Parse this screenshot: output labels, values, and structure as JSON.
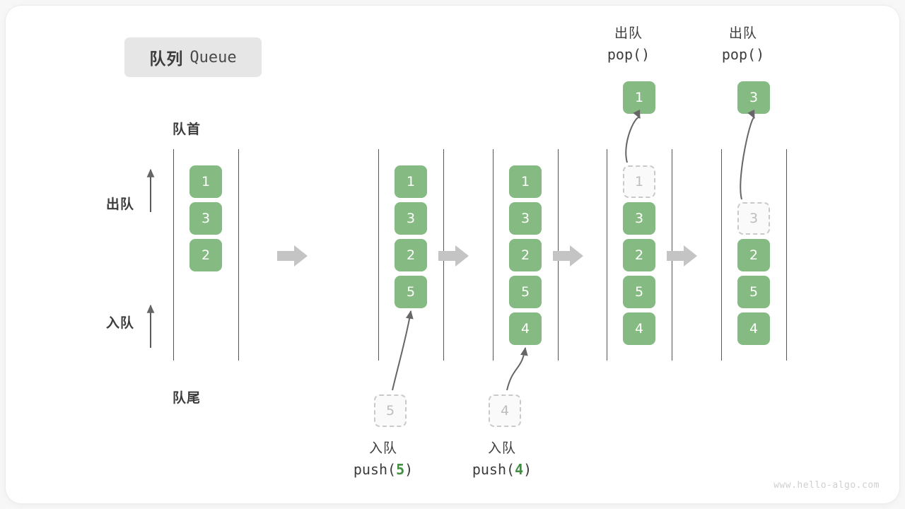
{
  "title": {
    "cn": "队列",
    "en": "Queue"
  },
  "labels": {
    "front": "队首",
    "rear": "队尾",
    "dequeue": "出队",
    "enqueue": "入队"
  },
  "watermark": "www.hello-algo.com",
  "colors": {
    "box_fill": "#85bb82",
    "box_text": "#ffffff",
    "ghost_fill": "#fafafa",
    "ghost_border": "#c9c9c9",
    "ghost_text": "#bdbdbd",
    "rail": "#555555",
    "flow_arrow": "#c4c4c4",
    "accent_code_num": "#3f8f3f",
    "text": "#3c3c3c",
    "badge_bg": "#e6e6e6",
    "card_bg": "#ffffff",
    "page_bg": "#f7f7f7"
  },
  "operations": [
    {
      "name": "enqueue-push-5",
      "cn": "入队",
      "code_prefix": "push(",
      "code_num": "5",
      "code_suffix": ")"
    },
    {
      "name": "enqueue-push-4",
      "cn": "入队",
      "code_prefix": "push(",
      "code_num": "4",
      "code_suffix": ")"
    },
    {
      "name": "dequeue-pop-1",
      "cn": "出队",
      "code_prefix": "pop(",
      "code_num": "",
      "code_suffix": ")"
    },
    {
      "name": "dequeue-pop-2",
      "cn": "出队",
      "code_prefix": "pop(",
      "code_num": "",
      "code_suffix": ")"
    }
  ],
  "columns": [
    {
      "name": "initial-queue",
      "values": [
        "1",
        "3",
        "2"
      ],
      "ghost_index": null,
      "ghost_value": null,
      "incoming_value": null,
      "outgoing_value": null
    },
    {
      "name": "after-push-5",
      "values": [
        "1",
        "3",
        "2",
        "5"
      ],
      "ghost_index": null,
      "ghost_value": null,
      "incoming_value": "5",
      "outgoing_value": null
    },
    {
      "name": "after-push-4",
      "values": [
        "1",
        "3",
        "2",
        "5",
        "4"
      ],
      "ghost_index": null,
      "ghost_value": null,
      "incoming_value": "4",
      "outgoing_value": null
    },
    {
      "name": "after-pop-1",
      "values": [
        "3",
        "2",
        "5",
        "4"
      ],
      "ghost_index": 0,
      "ghost_value": "1",
      "incoming_value": null,
      "outgoing_value": "1"
    },
    {
      "name": "after-pop-3",
      "values": [
        "2",
        "5",
        "4"
      ],
      "ghost_index": 1,
      "ghost_value": "3",
      "incoming_value": null,
      "outgoing_value": "3"
    }
  ],
  "flow_arrows": [
    "step-arrow-1",
    "step-arrow-2",
    "step-arrow-3",
    "step-arrow-4"
  ]
}
